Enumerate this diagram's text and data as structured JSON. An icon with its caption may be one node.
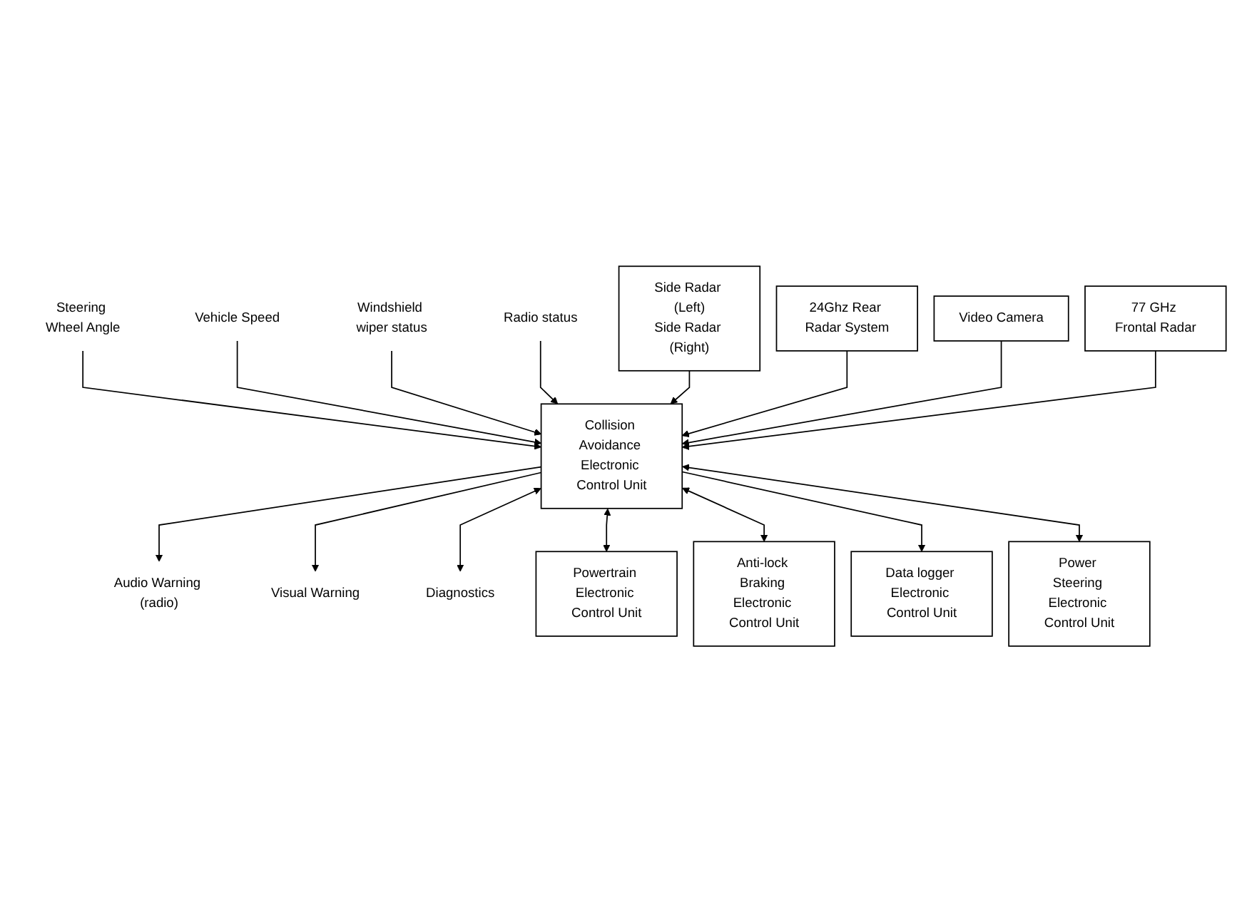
{
  "diagram": {
    "nodes": [
      {
        "text": [
          "Steering Wheel Angle"
        ]
      },
      {
        "text": [
          "Vehicle Speed"
        ]
      },
      {
        "text": [
          "Windshield wiper status"
        ]
      },
      {
        "text": [
          "Radio status"
        ]
      },
      {
        "text": [
          "Audio Warning (radio)"
        ]
      },
      {
        "text": [
          "Visual Warning"
        ]
      },
      {
        "text": [
          "Diagnostics"
        ]
      },
      {
        "text": [
          "Side Radar (Left)",
          "Side Radar (Right)"
        ]
      },
      {
        "text": [
          "Video Camera"
        ]
      },
      {
        "text": [
          "24Ghz Rear Radar System"
        ]
      },
      {
        "text": [
          "Collision Avoidance Electronic Control Unit"
        ]
      },
      {
        "text": [
          "77 GHz Frontal Radar"
        ]
      },
      {
        "text": [
          "Powertrain Electronic Control Unit"
        ]
      },
      {
        "text": [
          "Anti-lock Braking Electronic Control Unit"
        ]
      },
      {
        "text": [
          "Data logger Electronic Control Unit"
        ]
      },
      {
        "text": [
          "Power Steering Electronic Control Unit"
        ]
      }
    ],
    "edges": [
      {
        "from": 0,
        "to": 10,
        "arrow": "to"
      },
      {
        "from": 1,
        "to": 10,
        "arrow": "to"
      },
      {
        "from": 2,
        "to": 10,
        "arrow": "to"
      },
      {
        "from": 3,
        "to": 10,
        "arrow": "to"
      },
      {
        "from": 10,
        "to": 4,
        "arrow": "to"
      },
      {
        "from": 10,
        "to": 5,
        "arrow": "to"
      },
      {
        "from": 10,
        "to": 6,
        "arrow": "both"
      },
      {
        "from": 7,
        "to": 10,
        "arrow": "to"
      },
      {
        "from": 9,
        "to": 10,
        "arrow": "to"
      },
      {
        "from": 8,
        "to": 10,
        "arrow": "to"
      },
      {
        "from": 11,
        "to": 10,
        "arrow": "to"
      },
      {
        "from": 10,
        "to": 12,
        "arrow": "both"
      },
      {
        "from": 10,
        "to": 13,
        "arrow": "both"
      },
      {
        "from": 10,
        "to": 14,
        "arrow": "to"
      },
      {
        "from": 10,
        "to": 15,
        "arrow": "both"
      }
    ]
  }
}
